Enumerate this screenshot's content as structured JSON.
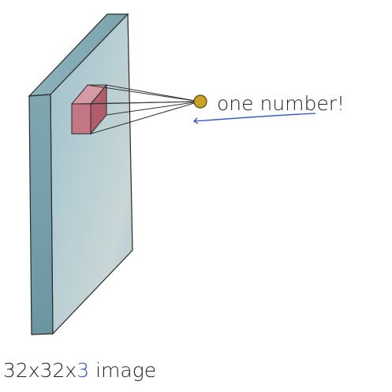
{
  "annotation": {
    "output_label": "one number!"
  },
  "caption": {
    "width_part": "32x32x",
    "depth_part": "3",
    "suffix": " image"
  },
  "colors": {
    "volume_front": "#a9c6cd",
    "volume_side": "#6f9aa6",
    "volume_top": "#8fb4bd",
    "filter_front": "#c97a86",
    "filter_side": "#b45f6d",
    "filter_top": "#d69aa3",
    "neuron": "#c9a227",
    "underline": "#2b4fc7",
    "caption_highlight": "#2b4fc7"
  }
}
